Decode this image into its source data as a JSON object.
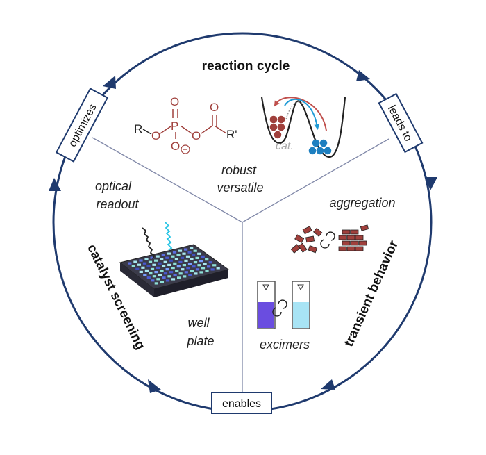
{
  "sections": {
    "top_title": "reaction cycle",
    "left_title": "catalyst screening",
    "right_title": "transient behavior"
  },
  "connectors": {
    "optimizes": "optimizes",
    "leads_to": "leads to",
    "enables": "enables"
  },
  "labels": {
    "robust": "robust",
    "versatile": "versatile",
    "optical": "optical",
    "readout": "readout",
    "well": "well",
    "plate": "plate",
    "aggregation": "aggregation",
    "excimers": "excimers",
    "cat": "cat."
  },
  "chemistry": {
    "r": "R",
    "r_prime": "R'",
    "o": "O"
  },
  "colors": {
    "ring": "#1f3a6e",
    "chem": "#a0403c",
    "blue_ball": "#1d7fc0",
    "red_ball": "#a0403c",
    "plate": "#3b3b4a",
    "cuvette_purple": "#6a4de0",
    "cuvette_cyan": "#a8e4f5"
  }
}
